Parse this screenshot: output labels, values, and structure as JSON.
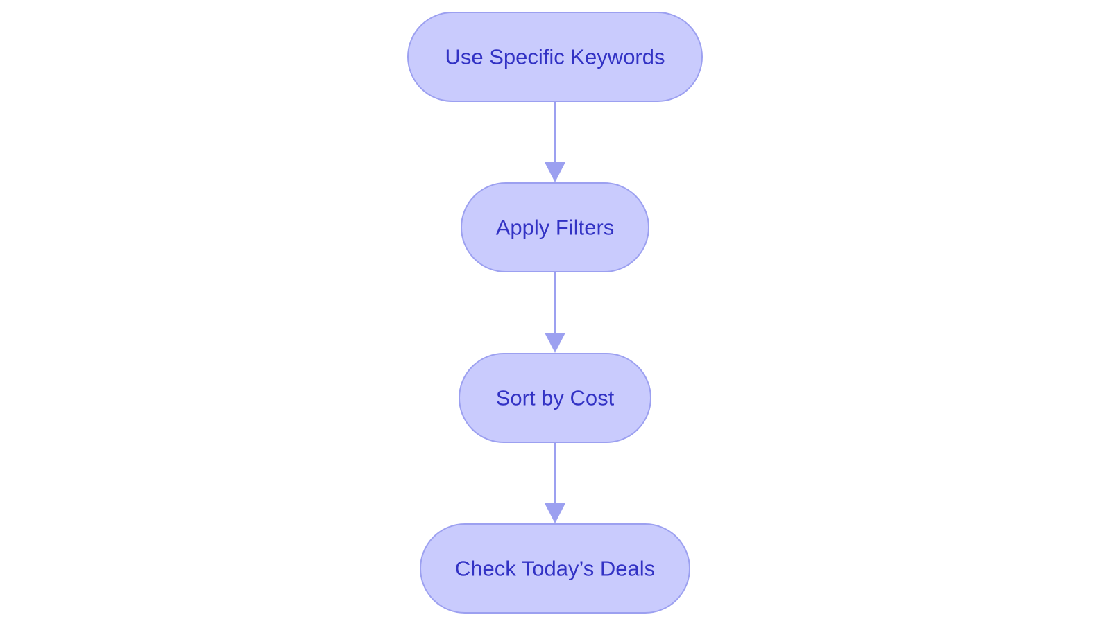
{
  "colors": {
    "node_fill": "#c9cbfd",
    "node_stroke": "#9ca0f0",
    "node_text": "#3232c4",
    "edge": "#9ca0f0",
    "background": "#ffffff"
  },
  "diagram": {
    "nodes": [
      {
        "id": "use-specific-keywords",
        "label": "Use Specific Keywords"
      },
      {
        "id": "apply-filters",
        "label": "Apply Filters"
      },
      {
        "id": "sort-by-cost",
        "label": "Sort by Cost"
      },
      {
        "id": "check-todays-deals",
        "label": "Check Today’s Deals"
      }
    ],
    "edges": [
      {
        "from": "use-specific-keywords",
        "to": "apply-filters"
      },
      {
        "from": "apply-filters",
        "to": "sort-by-cost"
      },
      {
        "from": "sort-by-cost",
        "to": "check-todays-deals"
      }
    ]
  }
}
